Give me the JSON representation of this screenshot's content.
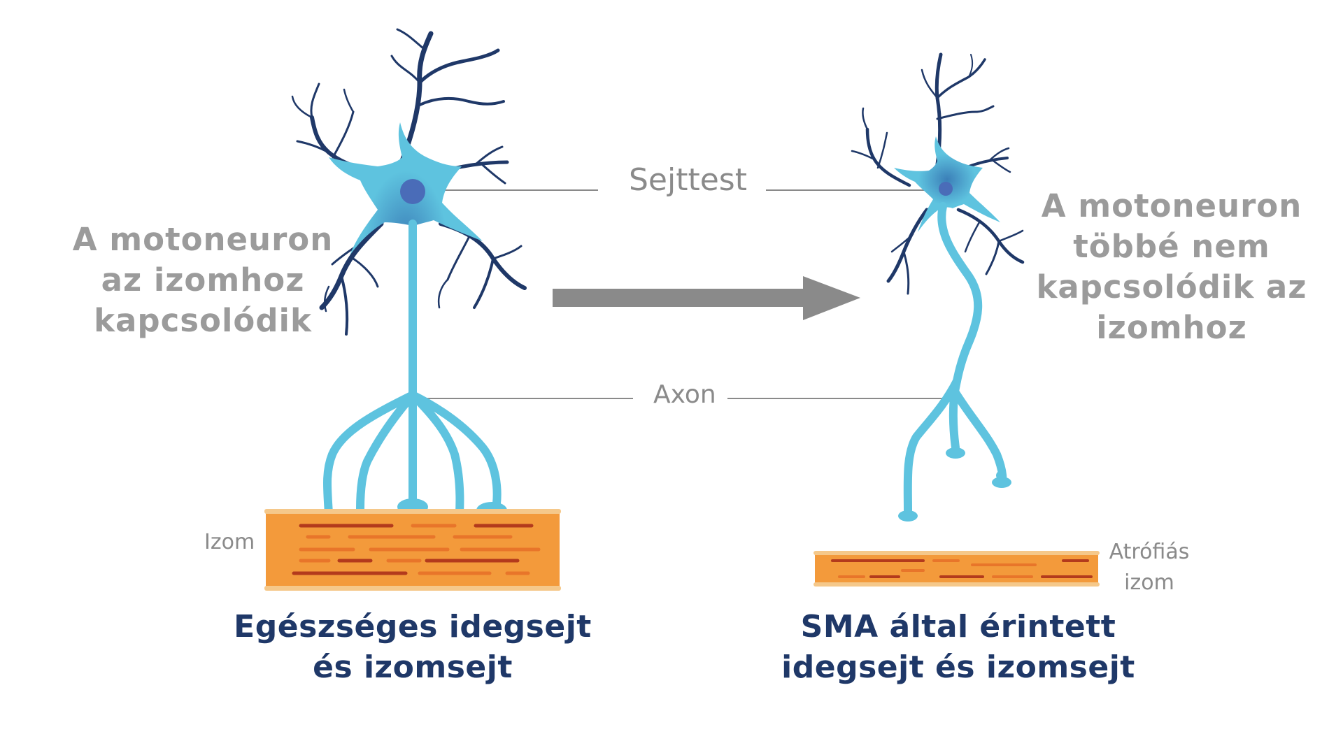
{
  "labels": {
    "cell_body": "Sejttest",
    "axon": "Axon",
    "muscle": "Izom",
    "atrophic_muscle": [
      "Atrófiás",
      "izom"
    ]
  },
  "left_heading": [
    "A motoneuron",
    "az izomhoz",
    "kapcsolódik"
  ],
  "right_heading": [
    "A motoneuron",
    "többé nem",
    "kapcsolódik az",
    "izomhoz"
  ],
  "left_caption": [
    "Egészséges idegsejt",
    "és izomsejt"
  ],
  "right_caption": [
    "SMA által érintett",
    "idegsejt és izomsejt"
  ],
  "colors": {
    "neuron_light": "#5ec3df",
    "neuron_dark": "#1f3868",
    "nucleus": "#4a6cb8",
    "muscle": "#f39a3b",
    "muscle_edge": "#f5c88a",
    "muscle_stripe_dark": "#b33a1c",
    "muscle_stripe_light": "#e8752a",
    "arrow": "#8a8a8a",
    "heading_gray": "#9b9b9b",
    "caption_navy": "#1f3868"
  }
}
